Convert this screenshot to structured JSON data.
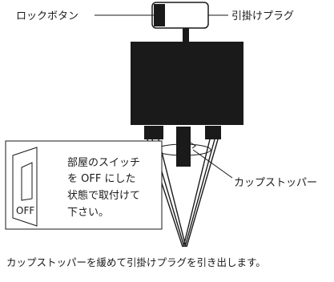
{
  "labels": {
    "lock_button": "ロックボタン",
    "hook_plug": "引掛けプラグ",
    "cup_stopper": "カップストッパー"
  },
  "note": {
    "line1": "部屋のスイッチ",
    "line2": "を OFF にした",
    "line3": "状態で取付けて",
    "line4": "下さい。"
  },
  "switch_label": "OFF",
  "caption": "カップストッパーを緩めて引掛けプラグを引き出します。",
  "colors": {
    "ink": "#1a1a1a",
    "fixture_body": "#1a1a1a",
    "paper": "#ffffff"
  }
}
